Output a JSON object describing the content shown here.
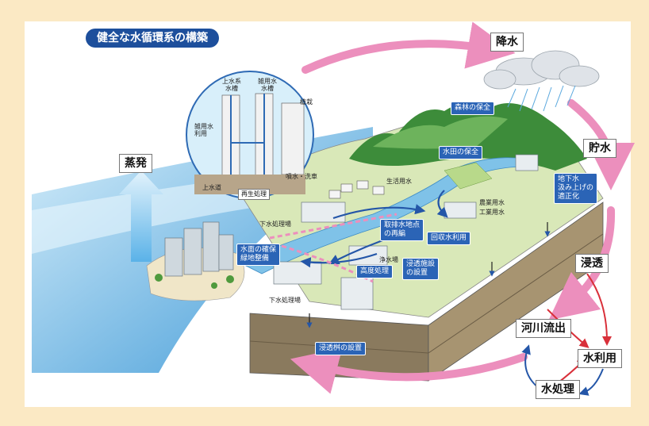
{
  "title": "健全な水循環系の構築",
  "cycle": {
    "precipitation": "降水",
    "storage": "貯水",
    "evaporation": "蒸発",
    "infiltration": "浸透",
    "river_runoff": "河川流出",
    "water_use": "水利用",
    "water_treatment": "水処理"
  },
  "scene": {
    "forest_conservation": "森林の保全",
    "paddy_conservation": "水田の保全",
    "groundwater_pumping": "地下水\n汲み上げの\n適正化",
    "intake_relocation": "取排水地点\nの再編",
    "recycled_water": "回収水利用",
    "infiltration_facility": "浸透施設\nの設置",
    "advanced_treatment": "高度処理",
    "water_surface": "水面の確保\n緑地整備",
    "infiltration_trench": "浸透桝の設置"
  },
  "small_labels": {
    "domestic_water": "生活用水",
    "agricultural_water": "農業用水",
    "industrial_water": "工業用水",
    "sewage_plant_top": "下水処理場",
    "sewage_plant_bottom": "下水処理場",
    "purification_plant": "浄水場"
  },
  "inset": {
    "water_supply_tank": "上水系\n水槽",
    "gray_water_tank": "雑用水\n水槽",
    "gray_water_use": "雑用水\n利用",
    "planting": "植栽",
    "sprinkle_wash": "噴水・洗車",
    "city_water": "上水道",
    "recycled": "再生処理"
  },
  "colors": {
    "pink_arrow": "#ec8fbd",
    "label_blue": "#2b64b6",
    "river": "#7fc2e8",
    "sea": "#4aa3dc",
    "bg": "#fbe9c4"
  }
}
